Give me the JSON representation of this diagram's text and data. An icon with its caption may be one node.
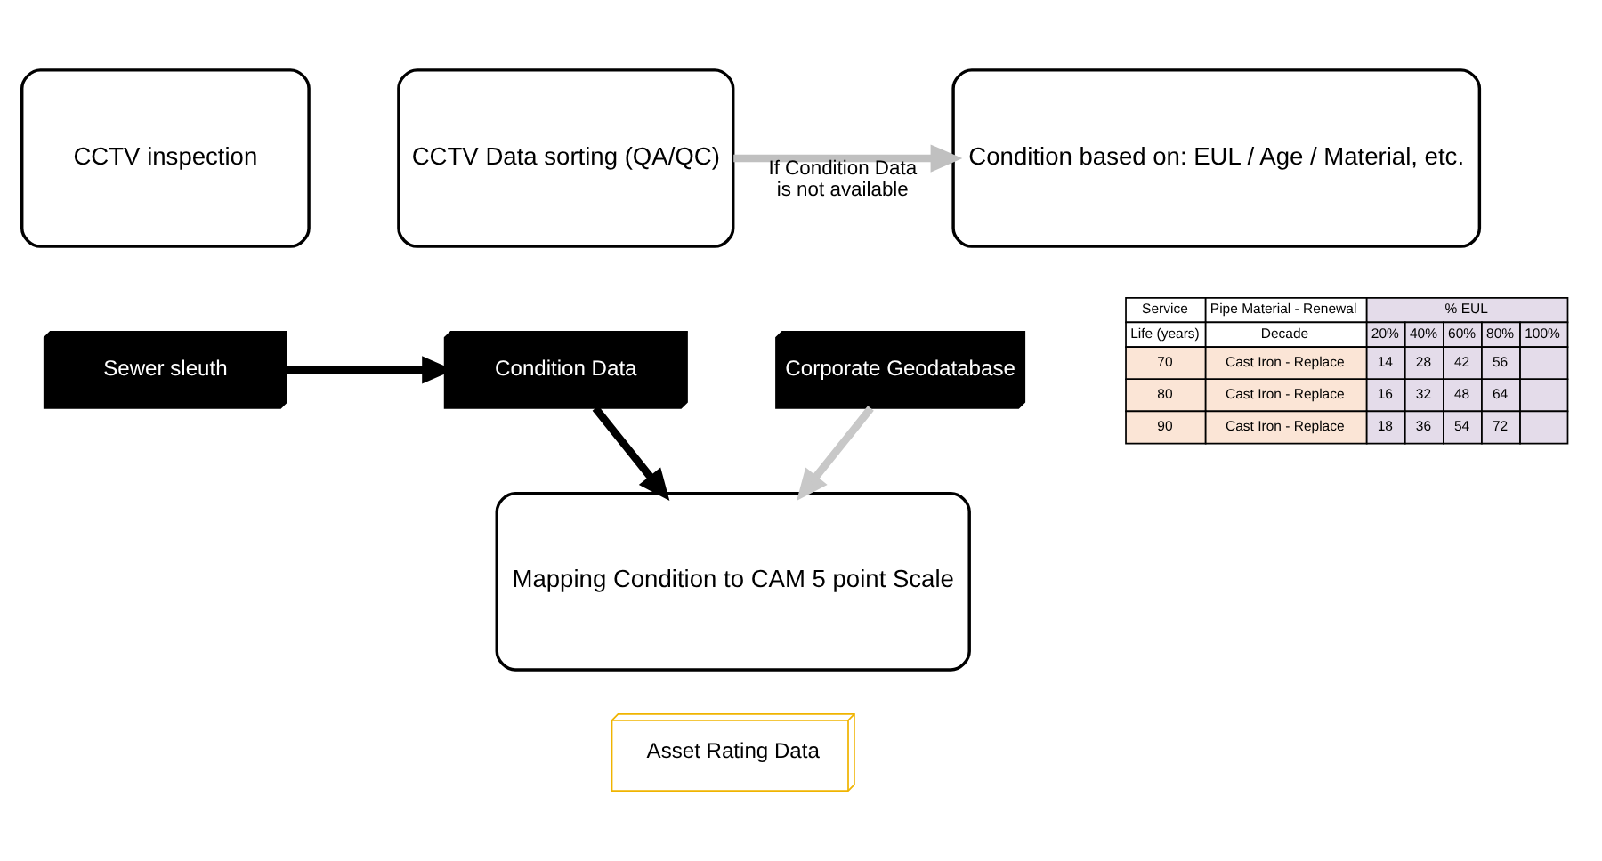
{
  "diagram": {
    "nodes": [
      {
        "text": [
          "CCTV inspection"
        ]
      },
      {
        "text": [
          "Sewer sleuth"
        ]
      },
      {
        "text": [
          "CCTV Data sorting (QA/QC)"
        ]
      },
      {
        "text": [
          "Condition Data"
        ]
      },
      {
        "text": [
          "Condition based on: EUL / Age / Material, etc."
        ]
      },
      {
        "text": [
          "Corporate Geodatabase"
        ]
      },
      {
        "text": [
          "Mapping Condition to CAM 5 point Scale"
        ]
      },
      {
        "text": [
          "Asset Rating Data"
        ]
      }
    ],
    "edges": [
      {
        "from": 1,
        "to": 3,
        "arrow": "to"
      },
      {
        "from": 2,
        "to": 4,
        "arrow": "to",
        "color": "#c0c0c0",
        "label": "If Condition Data is not available"
      },
      {
        "from": 3,
        "to": 6,
        "arrow": "to"
      },
      {
        "from": 5,
        "to": 6,
        "arrow": "to",
        "color": "#c8c8c8"
      }
    ],
    "labels": [
      "Service",
      "Pipe Material - Renewal",
      "% EUL",
      "Life (years)",
      "Decade",
      "20%",
      "40%",
      "60%",
      "80%",
      "100%",
      "70",
      "Cast Iron - Replace",
      "14",
      "28",
      "42",
      "56",
      "80",
      "Cast Iron - Replace",
      "16",
      "32",
      "48",
      "64",
      "90",
      "Cast Iron - Replace",
      "18",
      "36",
      "54",
      "72"
    ]
  }
}
